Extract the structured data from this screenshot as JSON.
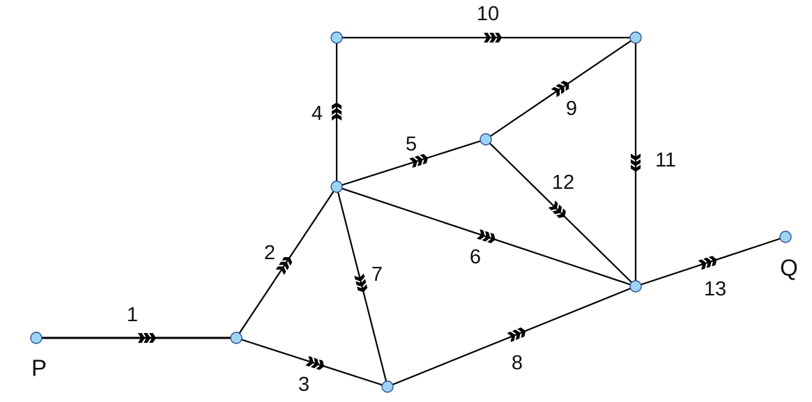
{
  "diagram": {
    "type": "directed-network",
    "terminals": {
      "source": "P",
      "sink": "Q"
    },
    "colors": {
      "node_fill": "#9dd4f2",
      "node_stroke": "#2e4f9a",
      "edge": "#000000",
      "text": "#111111"
    },
    "edges": [
      {
        "label": "1",
        "from": "P",
        "to": "A"
      },
      {
        "label": "2",
        "from": "A",
        "to": "D"
      },
      {
        "label": "3",
        "from": "A",
        "to": "B"
      },
      {
        "label": "4",
        "from": "D",
        "to": "E"
      },
      {
        "label": "5",
        "from": "D",
        "to": "G"
      },
      {
        "label": "6",
        "from": "D",
        "to": "C"
      },
      {
        "label": "7",
        "from": "D",
        "to": "B"
      },
      {
        "label": "8",
        "from": "B",
        "to": "C"
      },
      {
        "label": "9",
        "from": "G",
        "to": "F"
      },
      {
        "label": "10",
        "from": "E",
        "to": "F"
      },
      {
        "label": "11",
        "from": "F",
        "to": "C"
      },
      {
        "label": "12",
        "from": "G",
        "to": "C"
      },
      {
        "label": "13",
        "from": "C",
        "to": "Q"
      }
    ]
  }
}
